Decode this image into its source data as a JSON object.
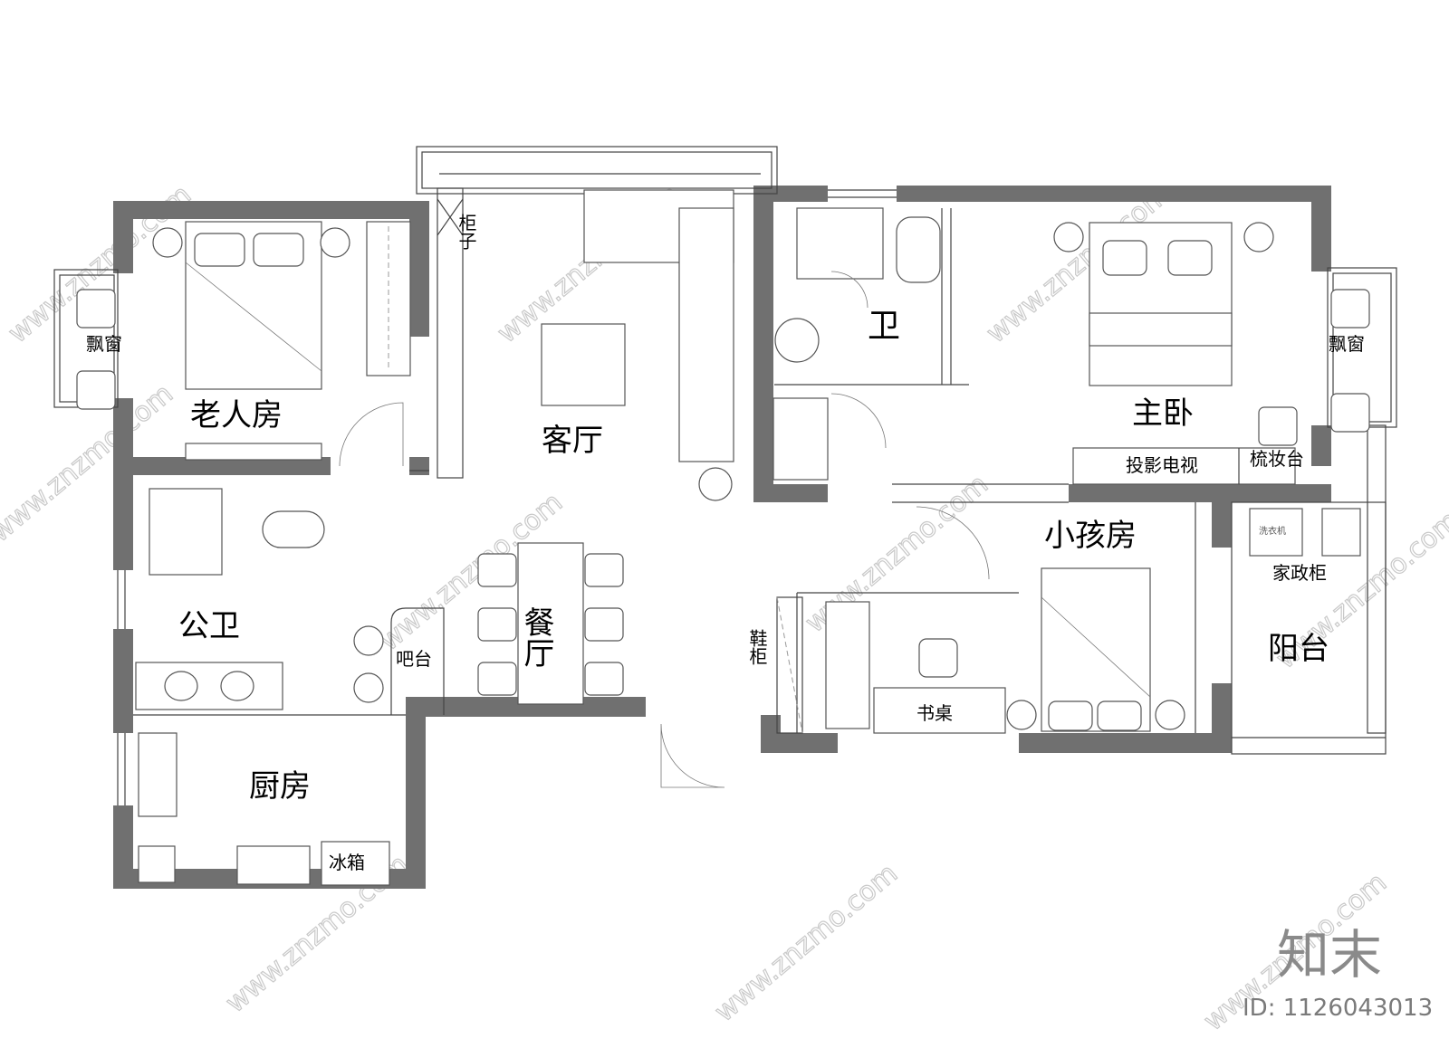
{
  "rooms": {
    "elderly_room": "老人房",
    "living_room": "客厅",
    "cabinet": "柜子",
    "bathroom": "卫",
    "master_bedroom": "主卧",
    "bay_window_left": "飘窗",
    "bay_window_right": "飘窗",
    "projector_tv": "投影电视",
    "vanity": "梳妆台",
    "public_bathroom": "公卫",
    "bar": "吧台",
    "dining_room": "餐厅",
    "shoe_cabinet": "鞋柜",
    "kids_room": "小孩房",
    "housekeeping_cabinet": "家政柜",
    "balcony": "阳台",
    "washer": "洗衣机",
    "desk": "书桌",
    "kitchen": "厨房",
    "fridge": "冰箱"
  },
  "watermark": {
    "site": "www.znzmo.com",
    "brand": "知末",
    "id": "ID: 1126043013"
  }
}
